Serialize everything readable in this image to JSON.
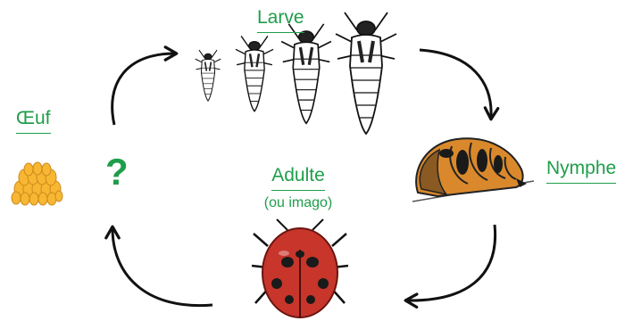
{
  "labels": {
    "oeuf": "Œuf",
    "larve": "Larve",
    "nymphe": "Nymphe",
    "adulte": "Adulte",
    "adulte_note": "(ou imago)"
  },
  "question_mark": "?",
  "colors": {
    "label_green": "#1e9e4a",
    "arrow": "#111111",
    "egg": "#f7b733",
    "pupa": "#d9892c",
    "ladybug": "#c8352b"
  },
  "icons": [
    "egg-cluster-icon",
    "larva-icon",
    "pupa-icon",
    "ladybug-icon"
  ]
}
